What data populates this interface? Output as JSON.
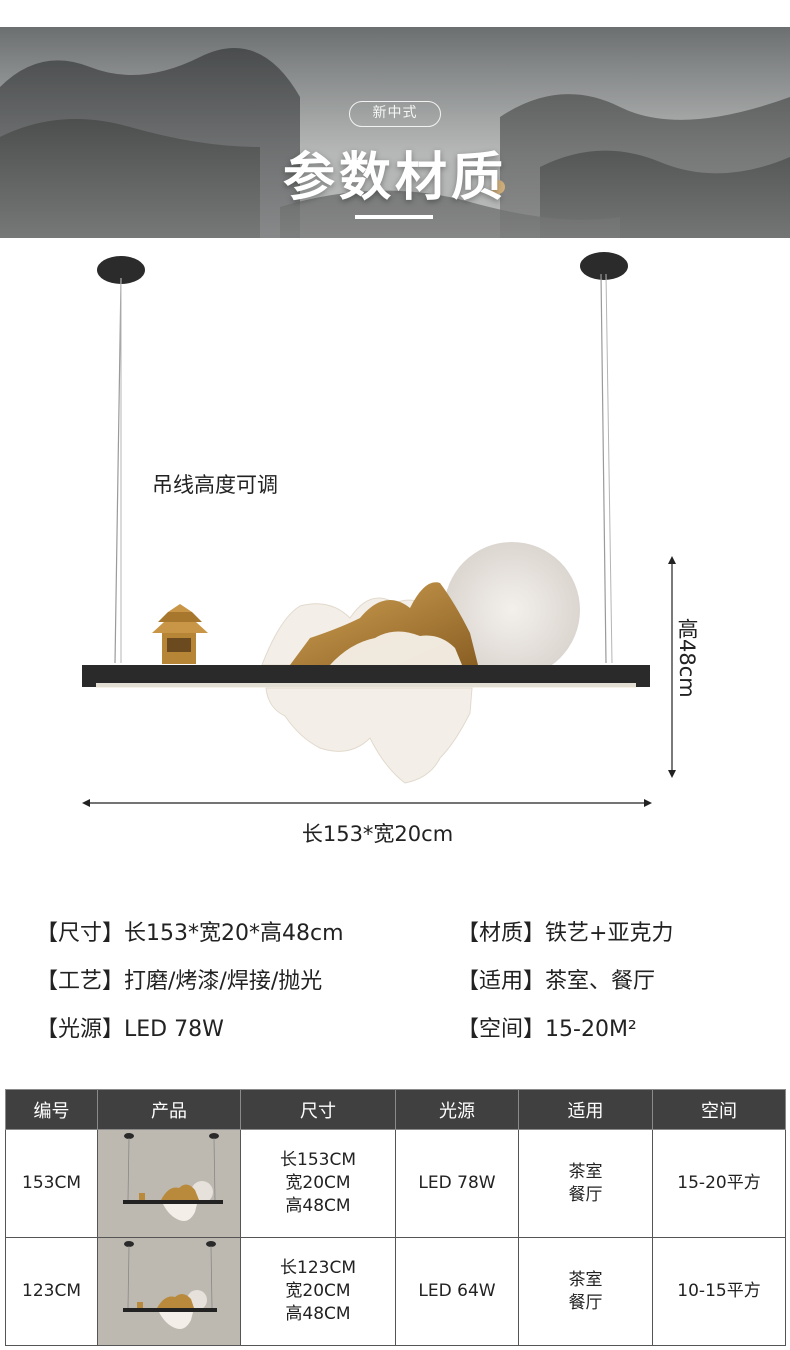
{
  "banner": {
    "badge": "新中式",
    "title": "参数材质"
  },
  "product": {
    "cable_note": "吊线高度可调",
    "height_label": "高48cm",
    "width_label": "长153*宽20cm"
  },
  "specs": [
    {
      "key": "【尺寸】",
      "value": "长153*宽20*高48cm"
    },
    {
      "key": "【材质】",
      "value": "铁艺+亚克力"
    },
    {
      "key": "【工艺】",
      "value": "打磨/烤漆/焊接/抛光"
    },
    {
      "key": "【适用】",
      "value": "茶室、餐厅"
    },
    {
      "key": "【光源】",
      "value": "LED 78W"
    },
    {
      "key": "【空间】",
      "value": "15-20M²"
    }
  ],
  "table": {
    "headers": [
      "编号",
      "产品",
      "尺寸",
      "光源",
      "适用",
      "空间"
    ],
    "rows": [
      {
        "id": "153CM",
        "size": [
          "长153CM",
          "宽20CM",
          "高48CM"
        ],
        "light": "LED 78W",
        "use": [
          "茶室",
          "餐厅"
        ],
        "space": "15-20平方"
      },
      {
        "id": "123CM",
        "size": [
          "长123CM",
          "宽20CM",
          "高48CM"
        ],
        "light": "LED 64W",
        "use": [
          "茶室",
          "餐厅"
        ],
        "space": "10-15平方"
      }
    ]
  },
  "colors": {
    "banner_bg": "#8a8d8d",
    "header_bg": "#404040",
    "thumb_bg": "#bdb9b1",
    "lamp_frame": "#2a2a2a",
    "mountain_gold": "#b98a3c"
  }
}
